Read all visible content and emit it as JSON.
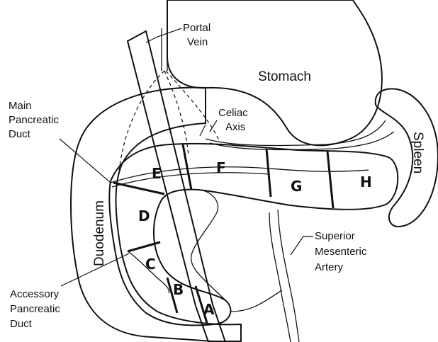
{
  "labels": {
    "portal_vein_1": "Portal",
    "portal_vein_2": "Vein",
    "stomach": "Stomach",
    "main_duct_1": "Main",
    "main_duct_2": "Pancreatic",
    "main_duct_3": "Duct",
    "celiac_1": "Celiac",
    "celiac_2": "Axis",
    "spleen": "Spleen",
    "duodenum": "Duodenum",
    "sma_1": "Superior",
    "sma_2": "Mesenteric",
    "sma_3": "Artery",
    "accessory_1": "Accessory",
    "accessory_2": "Pancreatic",
    "accessory_3": "Duct"
  },
  "segments": {
    "a": "A",
    "b": "B",
    "c": "C",
    "d": "D",
    "e": "E",
    "f": "F",
    "g": "G",
    "h": "H"
  },
  "colors": {
    "organ_fill": "#d4d4d4",
    "pancreas_fill": "#bdbdbd",
    "line": "#111111"
  }
}
